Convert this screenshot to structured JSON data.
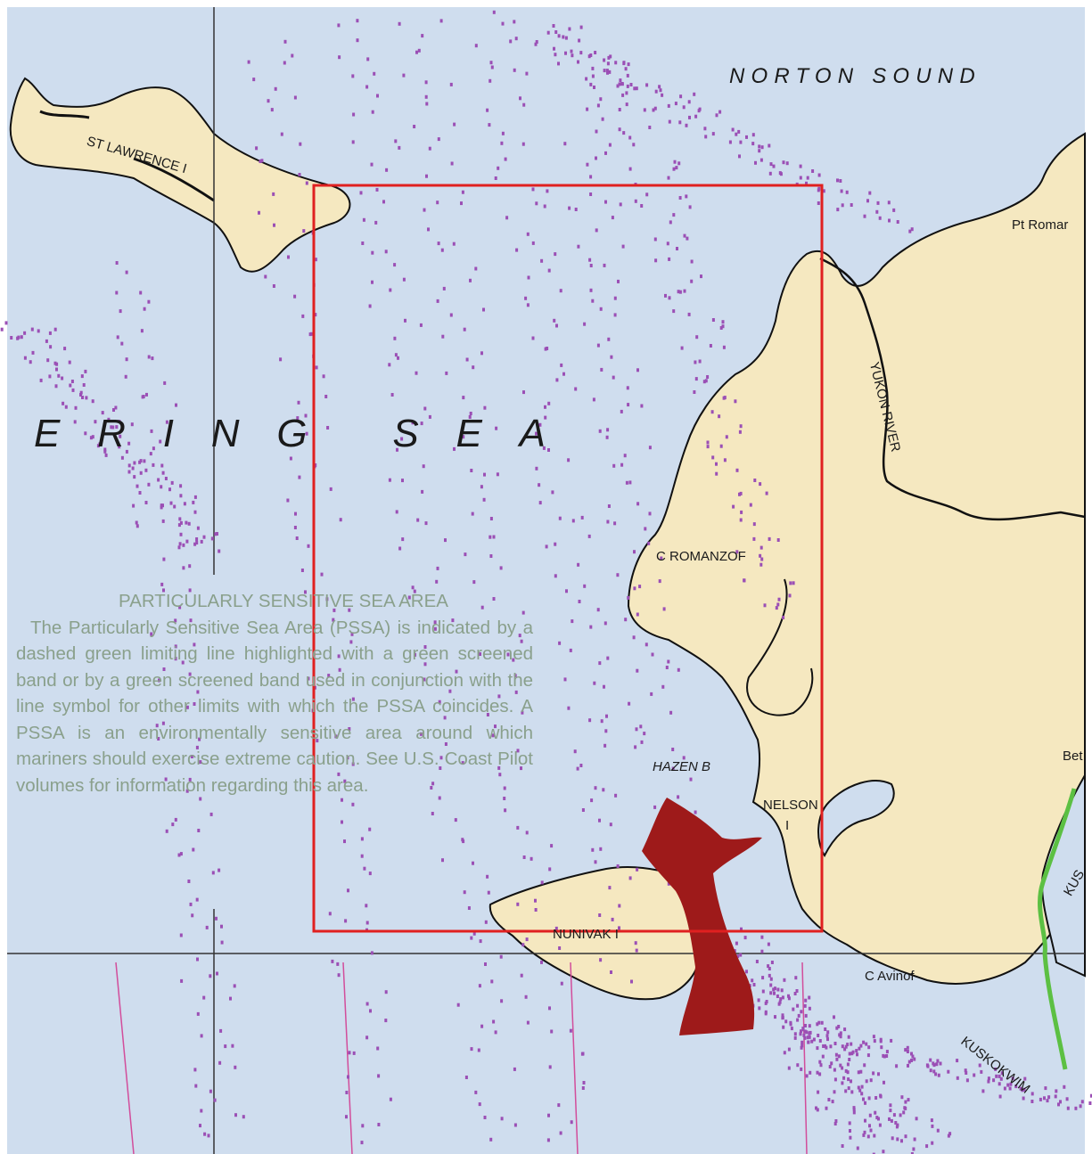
{
  "map": {
    "water_color": "#cfddee",
    "land_color": "#f5e8c0",
    "route_color": "#9b4fb5",
    "highlight_box_color": "#e02020",
    "marked_area_color": "#9e1a1a",
    "pssa_line_color": "#5cc043",
    "grid_line_color": "#d24d9b"
  },
  "labels": {
    "norton_sound": "NORTON SOUND",
    "bering_sea": "ERING SEA",
    "st_lawrence": "ST LAWRENCE I",
    "pt_romanzof": "Pt Romar",
    "yukon_river": "YUKON RIVER",
    "c_romanzof": "C ROMANZOF",
    "hazen_b": "HAZEN B",
    "nelson_1": "NELSON",
    "nelson_2": "I",
    "nunivak": "NUNIVAK I",
    "c_avinof": "C Avinof",
    "kuskokwim": "KUSKOKWIM",
    "bet": "Bet",
    "kus": "KUS"
  },
  "pssa_note": {
    "title": "PARTICULARLY SENSITIVE SEA AREA",
    "body": "The Particularly Sensitive Sea Area (PSSA) is indicated by a dashed green limiting line highlighted with a green screened band or by a green screened band used in conjunction with the line symbol for other limits with which the PSSA coincides. A PSSA is an environmentally sensitive area around which mariners should exercise extreme caution. See U.S. Coast Pilot volumes for information regarding this area."
  }
}
